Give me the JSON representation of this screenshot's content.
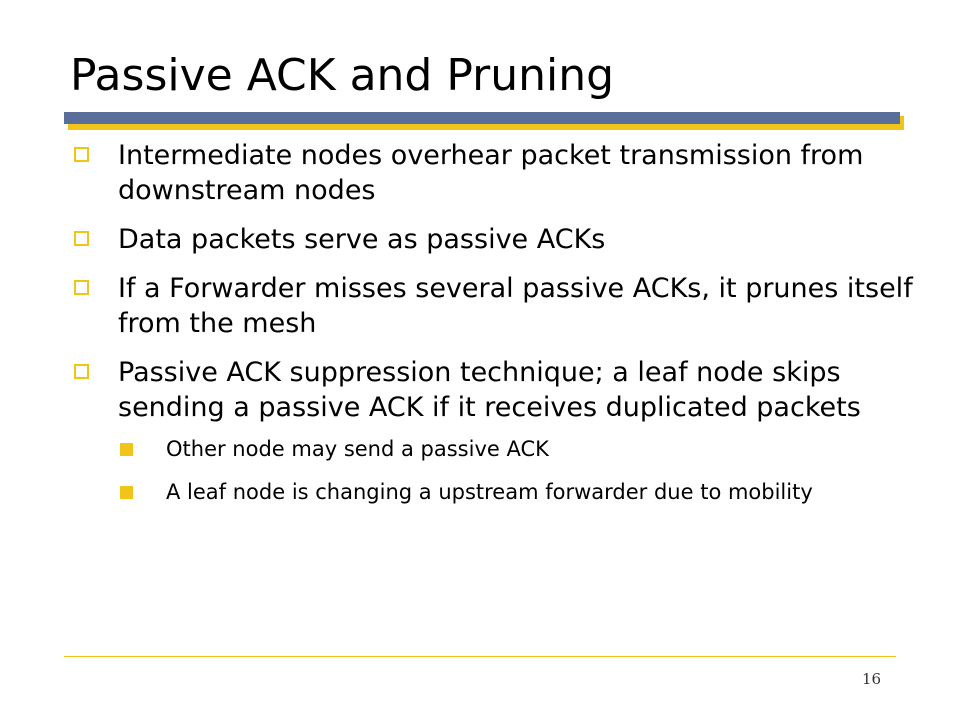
{
  "slide": {
    "title": "Passive ACK and Pruning",
    "bullets": [
      {
        "text": "Intermediate nodes overhear packet transmission from downstream nodes"
      },
      {
        "text": "Data packets serve as passive ACKs"
      },
      {
        "text": "If a Forwarder misses several passive ACKs, it prunes itself from the mesh"
      },
      {
        "text": "Passive ACK suppression technique; a leaf node skips sending a passive ACK if it receives duplicated packets",
        "sub": [
          "Other node may send a passive ACK",
          "A leaf node is changing a upstream forwarder due to mobility"
        ]
      }
    ],
    "page_number": "16"
  },
  "colors": {
    "title_bar": "#5a6e9a",
    "accent": "#f0c419"
  }
}
